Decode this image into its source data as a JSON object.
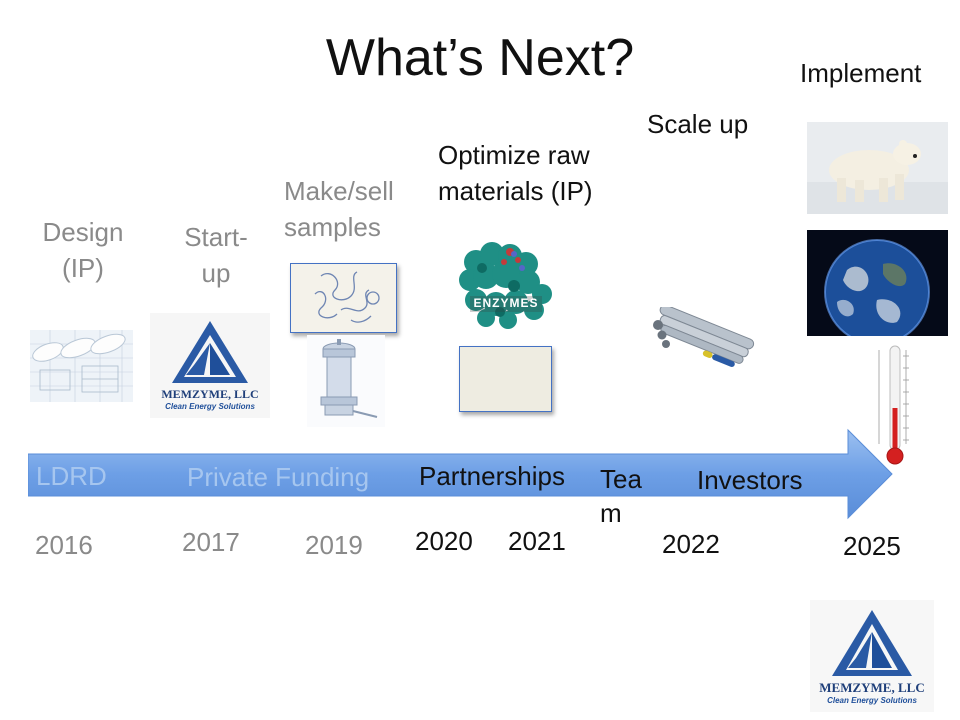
{
  "slide": {
    "title": "What’s Next?",
    "milestones": {
      "design": "Design\n(IP)",
      "startup": "Start-\nup",
      "make_sell": "Make/sell\nsamples",
      "optimize": "Optimize raw\nmaterials (IP)",
      "scale_up": "Scale up",
      "implement": "Implement"
    },
    "arrow_labels": {
      "ldrd": "LDRD",
      "private_funding": "Private Funding",
      "partnerships": "Partnerships",
      "team": "Tea\nm",
      "investors": "Investors"
    },
    "years": [
      "2016",
      "2017",
      "2019",
      "2020",
      "2021",
      "2022",
      "2025"
    ],
    "logo": {
      "name": "MEMZYME, LLC",
      "tagline": "Clean Energy Solutions"
    },
    "enzymes_label": "ENZYMES",
    "colors": {
      "arrow": "#6fa0e6",
      "logo_blue": "#1f4f9a",
      "thermo_red": "#d42020"
    }
  }
}
